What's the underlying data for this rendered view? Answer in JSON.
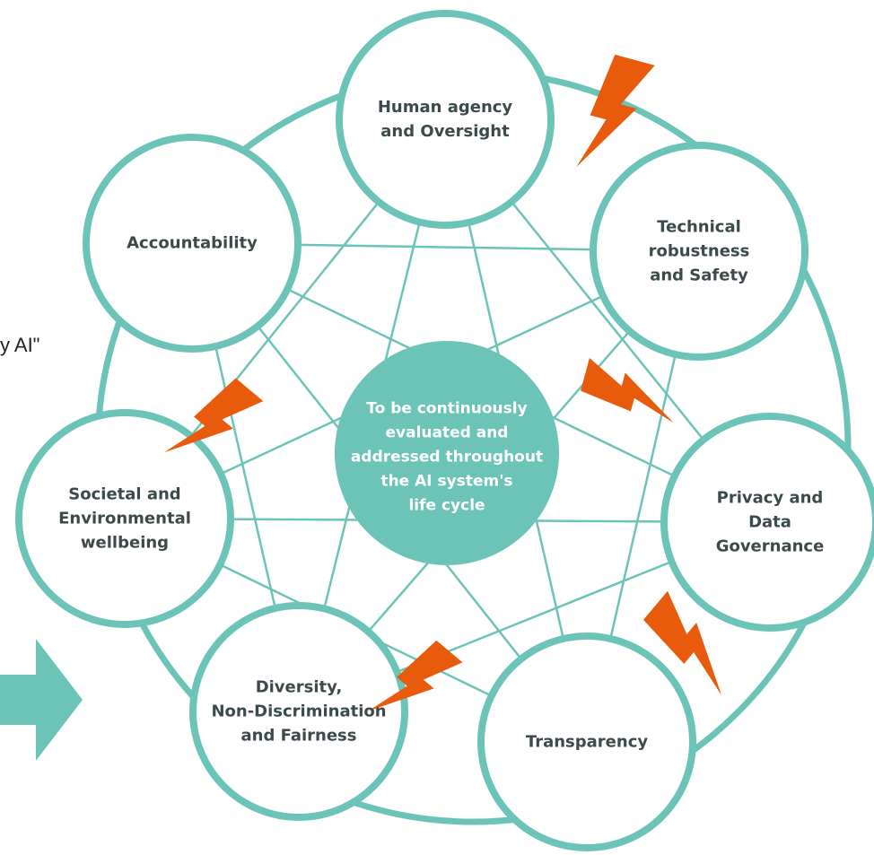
{
  "diagram": {
    "center": "To be continuously\nevaluated and\naddressed throughout\nthe AI system's\nlife cycle",
    "nodes": [
      {
        "id": "human-agency",
        "label": "Human agency\nand Oversight"
      },
      {
        "id": "technical-robustness",
        "label": "Technical robustness\nand Safety"
      },
      {
        "id": "privacy",
        "label": "Privacy and Data\nGovernance"
      },
      {
        "id": "transparency",
        "label": "Transparency"
      },
      {
        "id": "diversity",
        "label": "Diversity,\nNon-Discrimination\nand Fairness"
      },
      {
        "id": "societal",
        "label": "Societal and\nEnvironmental\nwellbeing"
      },
      {
        "id": "accountability",
        "label": "Accountability"
      }
    ],
    "left_text_fragment": "y AI\"",
    "colors": {
      "teal": "#6cc4b9",
      "center_fill": "#6cc4b9",
      "bolt": "#e85a0c",
      "arrow": "#6cc4b9",
      "text": "#3b4a4b"
    },
    "icons": [
      "lightning-bolt-icon",
      "right-arrow-icon"
    ]
  }
}
